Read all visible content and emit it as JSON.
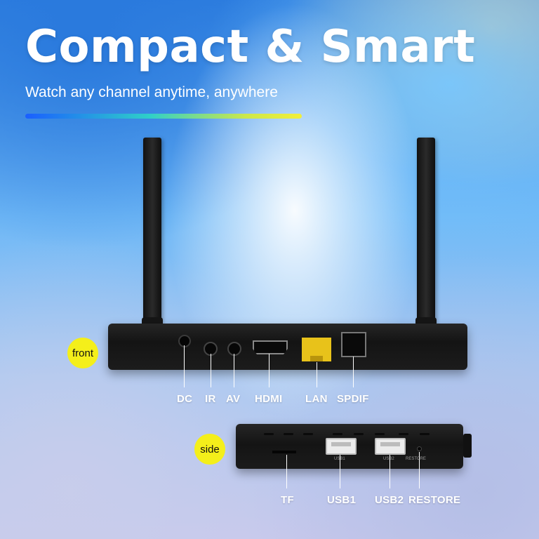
{
  "headline": {
    "title": "Compact & Smart",
    "subtitle": "Watch any channel anytime, anywhere"
  },
  "colors": {
    "tag_yellow": "#f4ef1a",
    "lan_yellow": "#e8c21a",
    "label_white": "#ffffff",
    "accent_bar_start": "#1a5fff",
    "accent_bar_end": "#f2ef3a"
  },
  "front": {
    "tag": "front",
    "ports": [
      {
        "label": "DC",
        "icon": "dc-power-jack-icon"
      },
      {
        "label": "IR",
        "icon": "ir-jack-icon"
      },
      {
        "label": "AV",
        "icon": "av-jack-icon"
      },
      {
        "label": "HDMI",
        "icon": "hdmi-port-icon"
      },
      {
        "label": "LAN",
        "icon": "ethernet-port-icon"
      },
      {
        "label": "SPDIF",
        "icon": "optical-audio-port-icon"
      }
    ]
  },
  "side": {
    "tag": "side",
    "ports": [
      {
        "label": "TF",
        "icon": "tf-card-slot-icon"
      },
      {
        "label": "USB1",
        "icon": "usb-port-icon"
      },
      {
        "label": "USB2",
        "icon": "usb-port-icon"
      },
      {
        "label": "RESTORE",
        "icon": "restore-pinhole-icon"
      }
    ],
    "printed": {
      "usb1": "USB1",
      "usb2": "USB2",
      "restore": "RESTORE"
    }
  }
}
